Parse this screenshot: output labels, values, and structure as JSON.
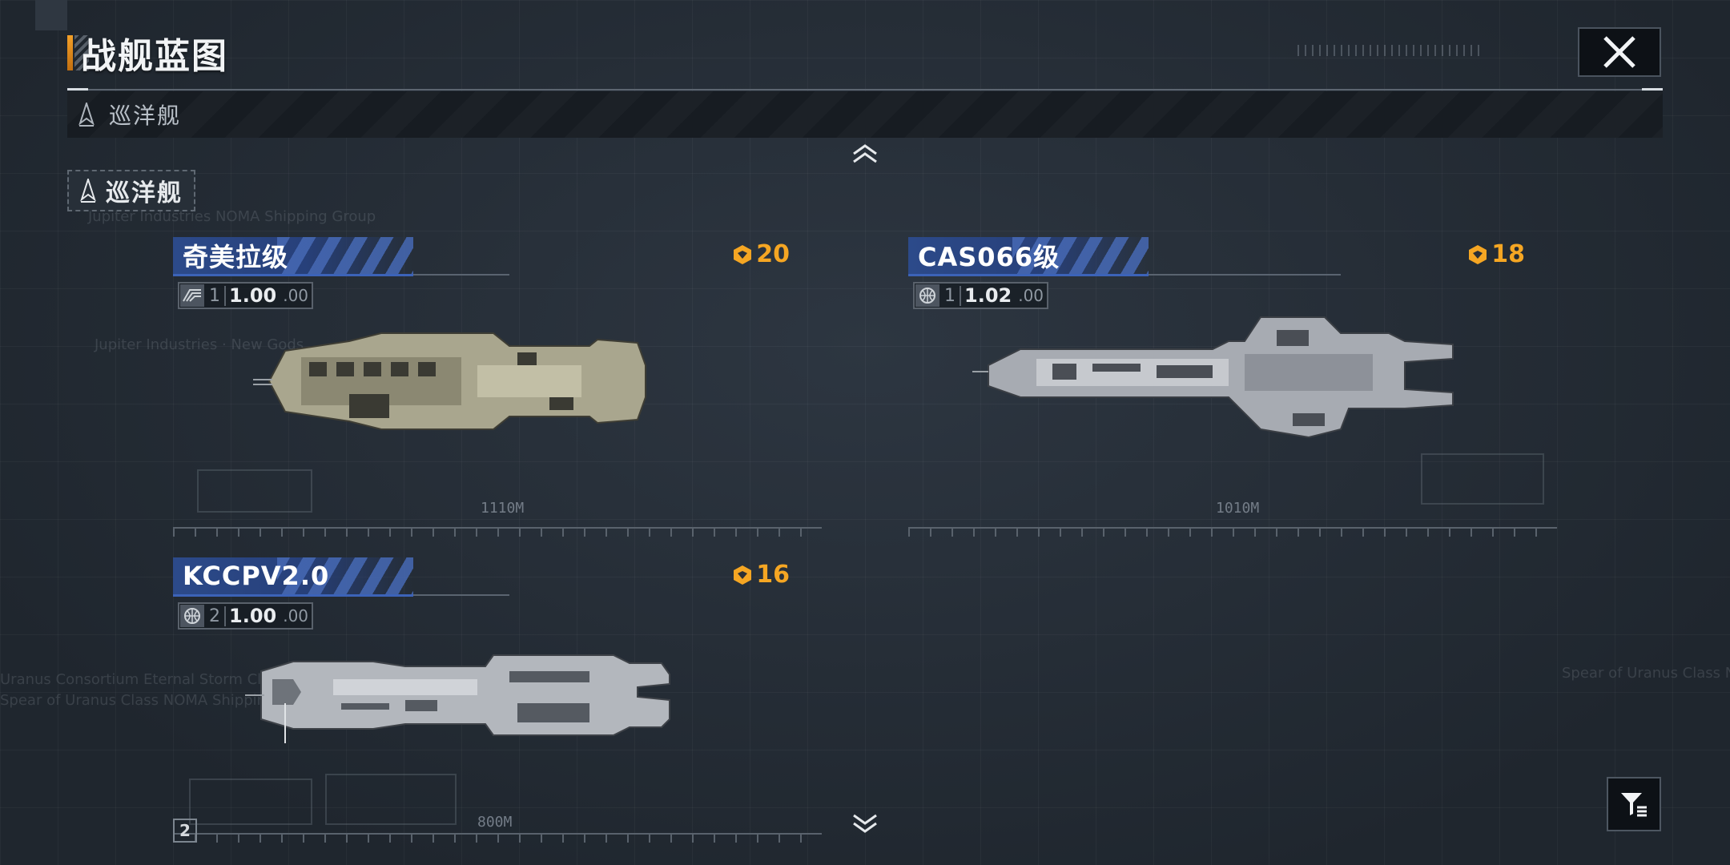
{
  "header": {
    "title": "战舰蓝图",
    "close_icon": "close-icon"
  },
  "category_bar": {
    "label": "巡洋舰",
    "icon": "cruiser-icon"
  },
  "filter_tag": {
    "label": "巡洋舰",
    "icon": "cruiser-icon"
  },
  "ships": [
    {
      "name": "奇美拉级",
      "stat_icon": "faction-emblem-icon",
      "count": "1",
      "value_main": "1.00",
      "value_sub": ".00",
      "cost": "20",
      "length": "1110M",
      "hull_color": "#b8b59c"
    },
    {
      "name": "CAS066级",
      "stat_icon": "globe-icon",
      "count": "1",
      "value_main": "1.02",
      "value_sub": ".00",
      "cost": "18",
      "length": "1010M",
      "hull_color": "#b9bcc2"
    },
    {
      "name": "KCCPV2.0",
      "stat_icon": "globe-icon",
      "count": "2",
      "value_main": "1.00",
      "value_sub": ".00",
      "cost": "16",
      "length": "800M",
      "hull_color": "#c4c8ce"
    }
  ],
  "bottom_tag": "2",
  "colors": {
    "accent_orange": "#f5a623",
    "name_plate_blue": "#2c4a8a",
    "background": "#242c35"
  }
}
